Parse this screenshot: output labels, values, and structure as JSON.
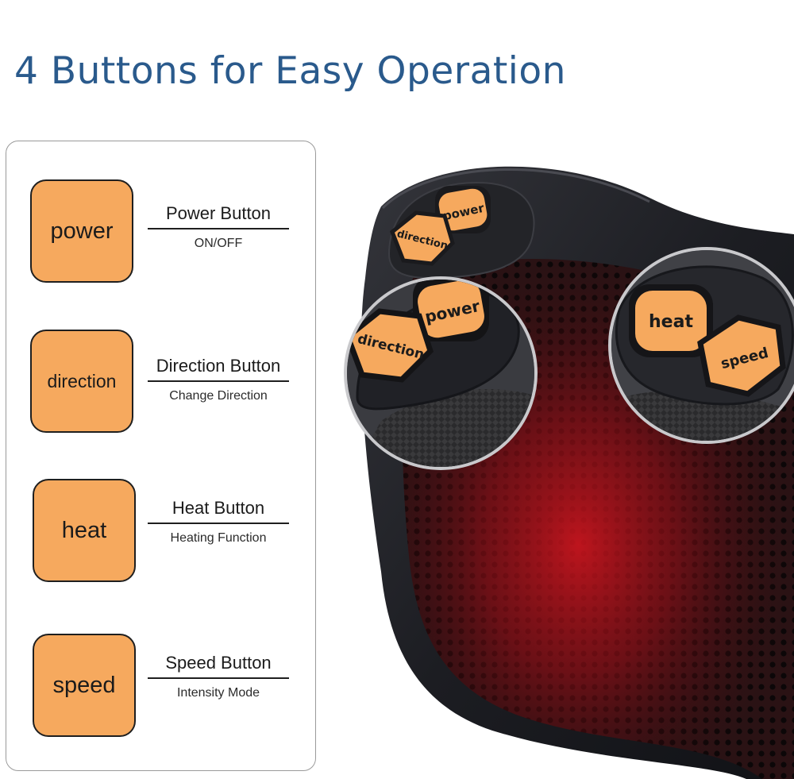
{
  "heading": "4 Buttons for Easy Operation",
  "buttons": [
    {
      "key": "power",
      "title": "Power Button",
      "desc": "ON/OFF"
    },
    {
      "key": "direction",
      "title": "Direction Button",
      "desc": "Change Direction"
    },
    {
      "key": "heat",
      "title": "Heat Button",
      "desc": "Heating Function"
    },
    {
      "key": "speed",
      "title": "Speed Button",
      "desc": "Intensity Mode"
    }
  ],
  "product": {
    "labels": {
      "power": "power",
      "direction": "direction",
      "heat": "heat",
      "speed": "speed"
    }
  },
  "colors": {
    "heading": "#2a5a8c",
    "key_fill": "#f6a95e",
    "pillow_body": "#1e1f24",
    "glow": "#c0121a"
  }
}
